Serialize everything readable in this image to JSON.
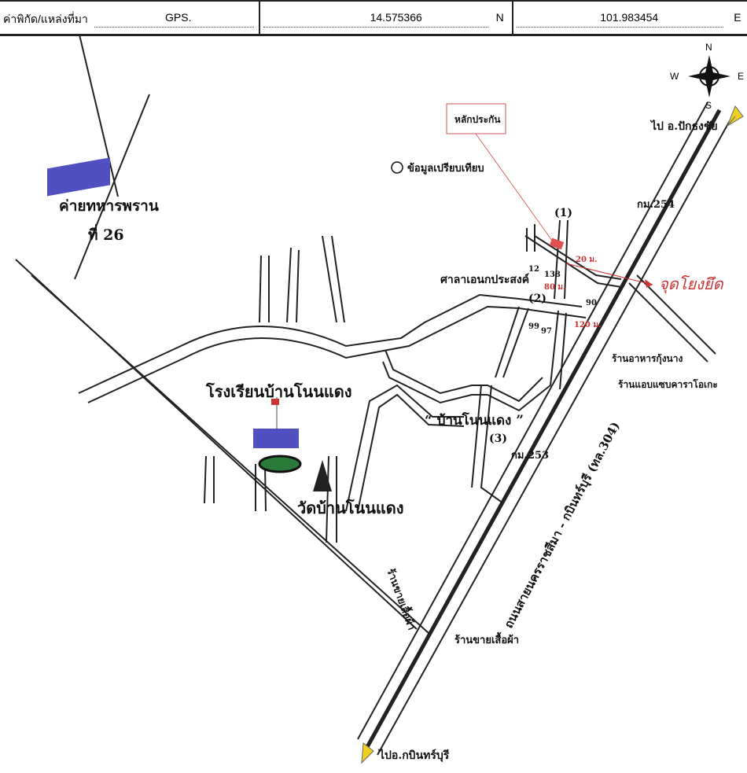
{
  "header": {
    "label": "ค่าพิกัด/แหล่งที่มา",
    "source": "GPS.",
    "latitude": "14.575366",
    "lat_unit": "N",
    "longitude": "101.983454",
    "lon_unit": "E"
  },
  "compass": {
    "n": "N",
    "s": "S",
    "e": "E",
    "w": "W"
  },
  "labels": {
    "collateral": "หลักประกัน",
    "comparable": "ข้อมูลเปรียบเทียบ",
    "to_pak_thong_chai": "ไป อ.ปักธงชัย",
    "to_kabin_buri": "ไปอ.กบินทร์บุรี",
    "camp_line1": "ค่ายทหารพราน",
    "camp_line2": "ที่ 26",
    "km254": "กม.254",
    "km253": "กม.253",
    "sala": "ศาลาเอนกประสงค์",
    "school": "โรงเรียนบ้านโนนแดง",
    "temple": "วัดบ้านโนนแดง",
    "village": "“ บ้านโนนแดง ”",
    "restaurant": "ร้านอาหารกุ้งนาง",
    "karaoke": "ร้านแอบแซบคาราโอเกะ",
    "clothes_shop": "ร้านขายเสื้อผ้า",
    "clothes_shop2": "ร้านขายเสื้อผ้า",
    "highway": "ถนนสายนครราชสีมา - กบินทร์บุรี (ทล.304)",
    "point": "จุดโยงยึด",
    "dist20": "20 ม.",
    "dist80": "80 ม.",
    "dist120": "120 ม.",
    "c1": "(1)",
    "c2": "(2)",
    "c3": "(3)",
    "n12": "12",
    "n138": "138",
    "n99": "99",
    "n97": "97",
    "n90": "90"
  },
  "colors": {
    "accent": "#e05050",
    "arrow": "#f0d020",
    "building": "#5050c0"
  }
}
